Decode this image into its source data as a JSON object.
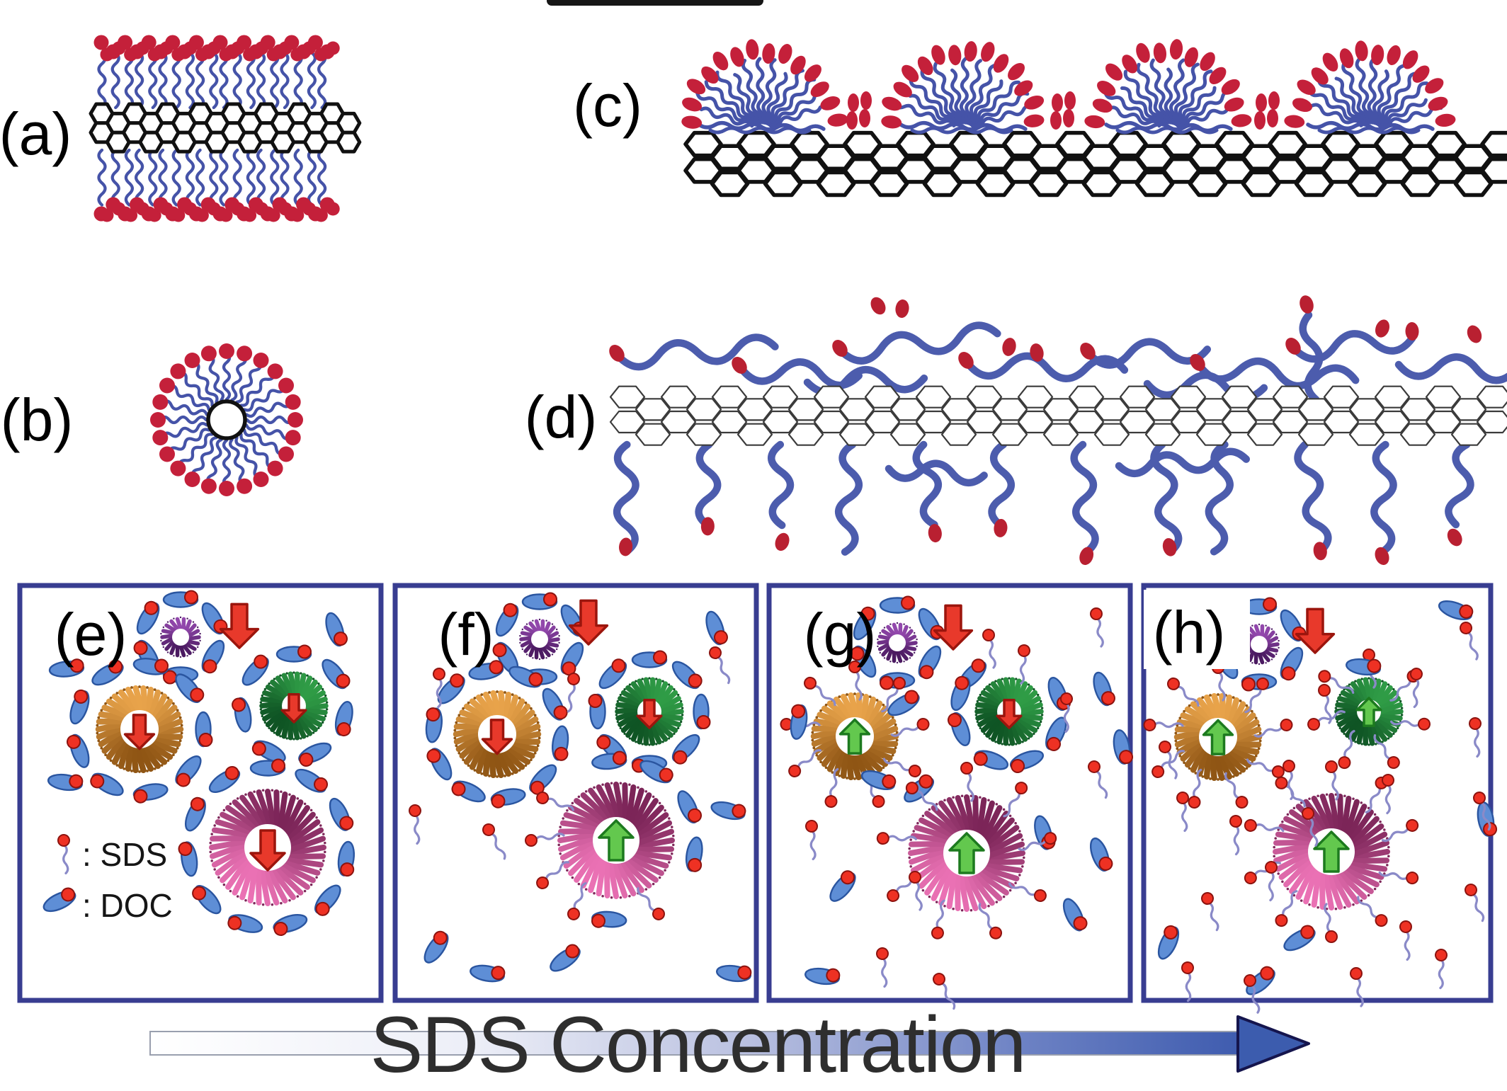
{
  "figure_labels": {
    "a": "(a)",
    "b": "(b)",
    "c": "(c)",
    "d": "(d)",
    "e": "(e)",
    "f": "(f)",
    "g": "(g)",
    "h": "(h)"
  },
  "legend": {
    "sds": ": SDS",
    "doc": ": DOC"
  },
  "x_arrow_label": "SDS Concentration",
  "icons": {
    "red_down_arrow": "decrease-indicator",
    "green_up_arrow": "increase-indicator",
    "sds_molecule": "sds-surfactant-molecule",
    "doc_molecule": "doc-surfactant-molecule",
    "nanotube": "carbon-nanotube-lattice",
    "micelle": "surfactant-micelle-cross-section"
  },
  "colors": {
    "surfactant_tail_blue": "#4553a8",
    "surfactant_head_red": "#c4203a",
    "doc_body_blue": "#5e8ed6",
    "doc_outline": "#2a55a0",
    "sds_tail": "#8a8ac8",
    "dot_red": "#ee3123",
    "arrow_red": "#e8392b",
    "arrow_red_outline": "#9b150d",
    "arrow_green": "#63c84e",
    "arrow_green_outline": "#1d7a1f",
    "micelle_orange_dark": "#8f5514",
    "micelle_orange_light": "#e8a34a",
    "micelle_green_dark": "#0f5424",
    "micelle_green_light": "#2f9c46",
    "micelle_pink_dark": "#7c2558",
    "micelle_pink_light": "#ea71b4",
    "micelle_purple_dark": "#4a1a60",
    "micelle_purple_light": "#9348ad",
    "panel_border": "#383d91",
    "gradient_arrow_blue": "#3f5caf",
    "nanotube_black": "#111111",
    "chain_blue": "#4c5cad"
  }
}
